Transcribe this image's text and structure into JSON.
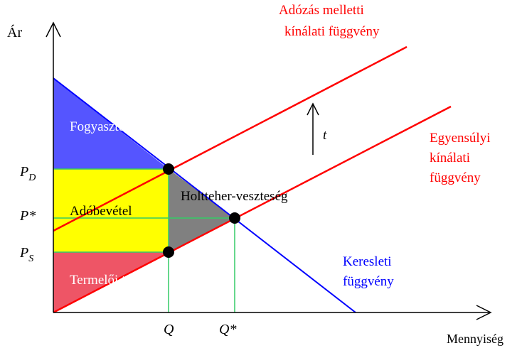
{
  "axes": {
    "y_label": "Ár",
    "x_label": "Mennyiség"
  },
  "price_labels": {
    "pd_main": "P",
    "pd_sub": "D",
    "pstar": "P*",
    "ps_main": "P",
    "ps_sub": "S"
  },
  "quantity_labels": {
    "q": "Q",
    "qstar": "Q*"
  },
  "curves": {
    "tax_supply_line1": "Adózás melletti",
    "tax_supply_line2": "kínálati függvény",
    "eq_supply_line1": "Egyensúlyi",
    "eq_supply_line2": "kínálati",
    "eq_supply_line3": "függvény",
    "demand_line1": "Keresleti",
    "demand_line2": "függvény",
    "tax_shift": "t"
  },
  "regions": {
    "consumer_surplus": "Fogyasztói többlet",
    "tax_revenue": "Adóbevétel",
    "deadweight_loss": "Holtteher-veszteség",
    "producer_surplus": "Termelői többlet"
  },
  "colors": {
    "consumer_surplus": "#5555ff",
    "tax_revenue": "#ffff00",
    "deadweight_loss": "#808080",
    "producer_surplus": "#ee5566",
    "supply": "#ff0000",
    "demand": "#0000ff",
    "guide": "#33cc66",
    "label_red": "#ff0000",
    "label_blue": "#0000ff"
  }
}
